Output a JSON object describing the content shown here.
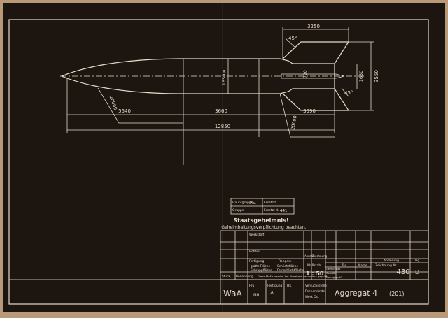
{
  "drawing": {
    "dimensions": {
      "fin_span": "3250",
      "fin_angle_top": "45°",
      "fin_angle_bottom": "45°",
      "body_diameter": "1650 ø",
      "nozzle_diameter": "720",
      "tail_diameter": "1650",
      "fin_height": "3550",
      "nose_radius": "20000",
      "aft_radius": "20000",
      "nose_section": "5640",
      "center_section": "3660",
      "aft_section": "3590",
      "total_length": "12850"
    }
  },
  "title_block": {
    "small_box": {
      "hauptgruppe_label": "Hauptgruppe",
      "hauptgruppe_value": "P.V.",
      "gruppe_label": "Gruppe",
      "ersatz_label": "Ersatz f.",
      "ersatz_value": "",
      "ersatz_durch_label": "Ersetzt d.",
      "ersatz_durch_value": "441"
    },
    "secret_heading": "Staatsgeheimnis!",
    "secret_subheading": "Geheimhaltungsverpflichtung beachten.",
    "werkstoff_label": "Werkstoff",
    "rohteil_label": "Rohteil",
    "fertigung_label": "Fertigung",
    "rohgew_label": "Rohgew.",
    "surface_1": "glatte Fläche",
    "surface_2": "Schruppfläche",
    "surface_3": "Schlichtfläche",
    "surface_4": "Feinschlichtfläche",
    "surface_note": "Diese Maße werden bei Abnahme besonders geprüft",
    "stueck_label": "Stück",
    "benennung_label": "Benennung",
    "zeichnung_label": "Zeichnung",
    "anzahl_label": "Anzahl",
    "aenderung_label": "Änderung",
    "tag_label": "Tag",
    "name_label": "Name",
    "massstab_label": "Maßstab",
    "massstab_value": "1 : 50",
    "gezeichnet_label": "Gezeichnet",
    "geprueft_label": "Geprüft",
    "normgepr_label": "Normgeprüft",
    "zeichnung_nr_label": "Zeichnung Nr",
    "zeichnung_nr_value": "430",
    "zeichnung_nr_suffix": "D",
    "waa": "WaA",
    "pruef_label": "Prü",
    "fertigung2_label": "Fertigung",
    "hk_label": "HK",
    "versuchsstelle": "Versuchsstelle",
    "peenemuende": "Peenemünde",
    "werk": "Werk Ost",
    "aggregat": "Aggregat 4",
    "aggregat_num": "(201)",
    "pruef_init": "Nö",
    "fertigung_init": "i.A."
  }
}
